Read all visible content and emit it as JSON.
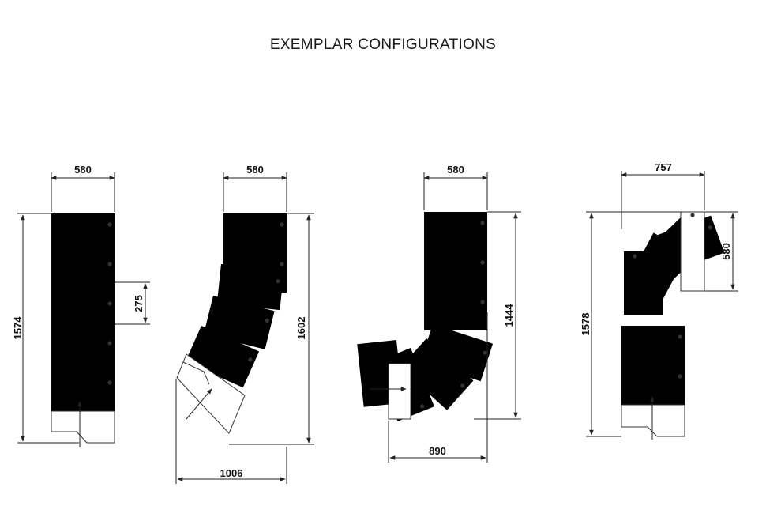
{
  "title": "EXEMPLAR CONFIGURATIONS",
  "configurations": [
    {
      "width": "580",
      "height": "1574",
      "spacing": "275"
    },
    {
      "width": "580",
      "height": "1602",
      "depth": "1006"
    },
    {
      "width": "580",
      "height": "1444",
      "depth": "890"
    },
    {
      "width": "757",
      "height": "1578",
      "depth": "580"
    }
  ]
}
